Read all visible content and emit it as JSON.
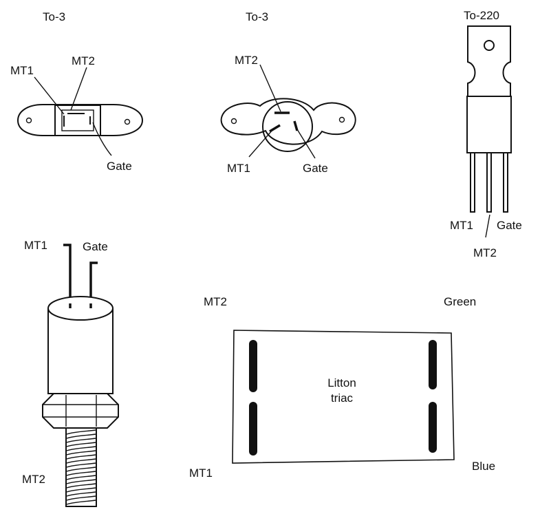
{
  "packages": {
    "to3_flat": {
      "title": "To-3",
      "labels": {
        "mt1": "MT1",
        "mt2": "MT2",
        "gate": "Gate"
      }
    },
    "to3_round": {
      "title": "To-3",
      "labels": {
        "mt1": "MT1",
        "mt2": "MT2",
        "gate": "Gate"
      }
    },
    "to220": {
      "title": "To-220",
      "labels": {
        "mt1": "MT1",
        "mt2": "MT2",
        "gate": "Gate"
      }
    },
    "stud": {
      "labels": {
        "mt1": "MT1",
        "mt2": "MT2",
        "gate": "Gate"
      }
    },
    "litton": {
      "name_line1": "Litton",
      "name_line2": "triac",
      "labels": {
        "mt2": "MT2",
        "mt1": "MT1",
        "green": "Green",
        "blue": "Blue"
      }
    }
  },
  "colors": {
    "ink": "#111111",
    "paper": "#ffffff"
  }
}
